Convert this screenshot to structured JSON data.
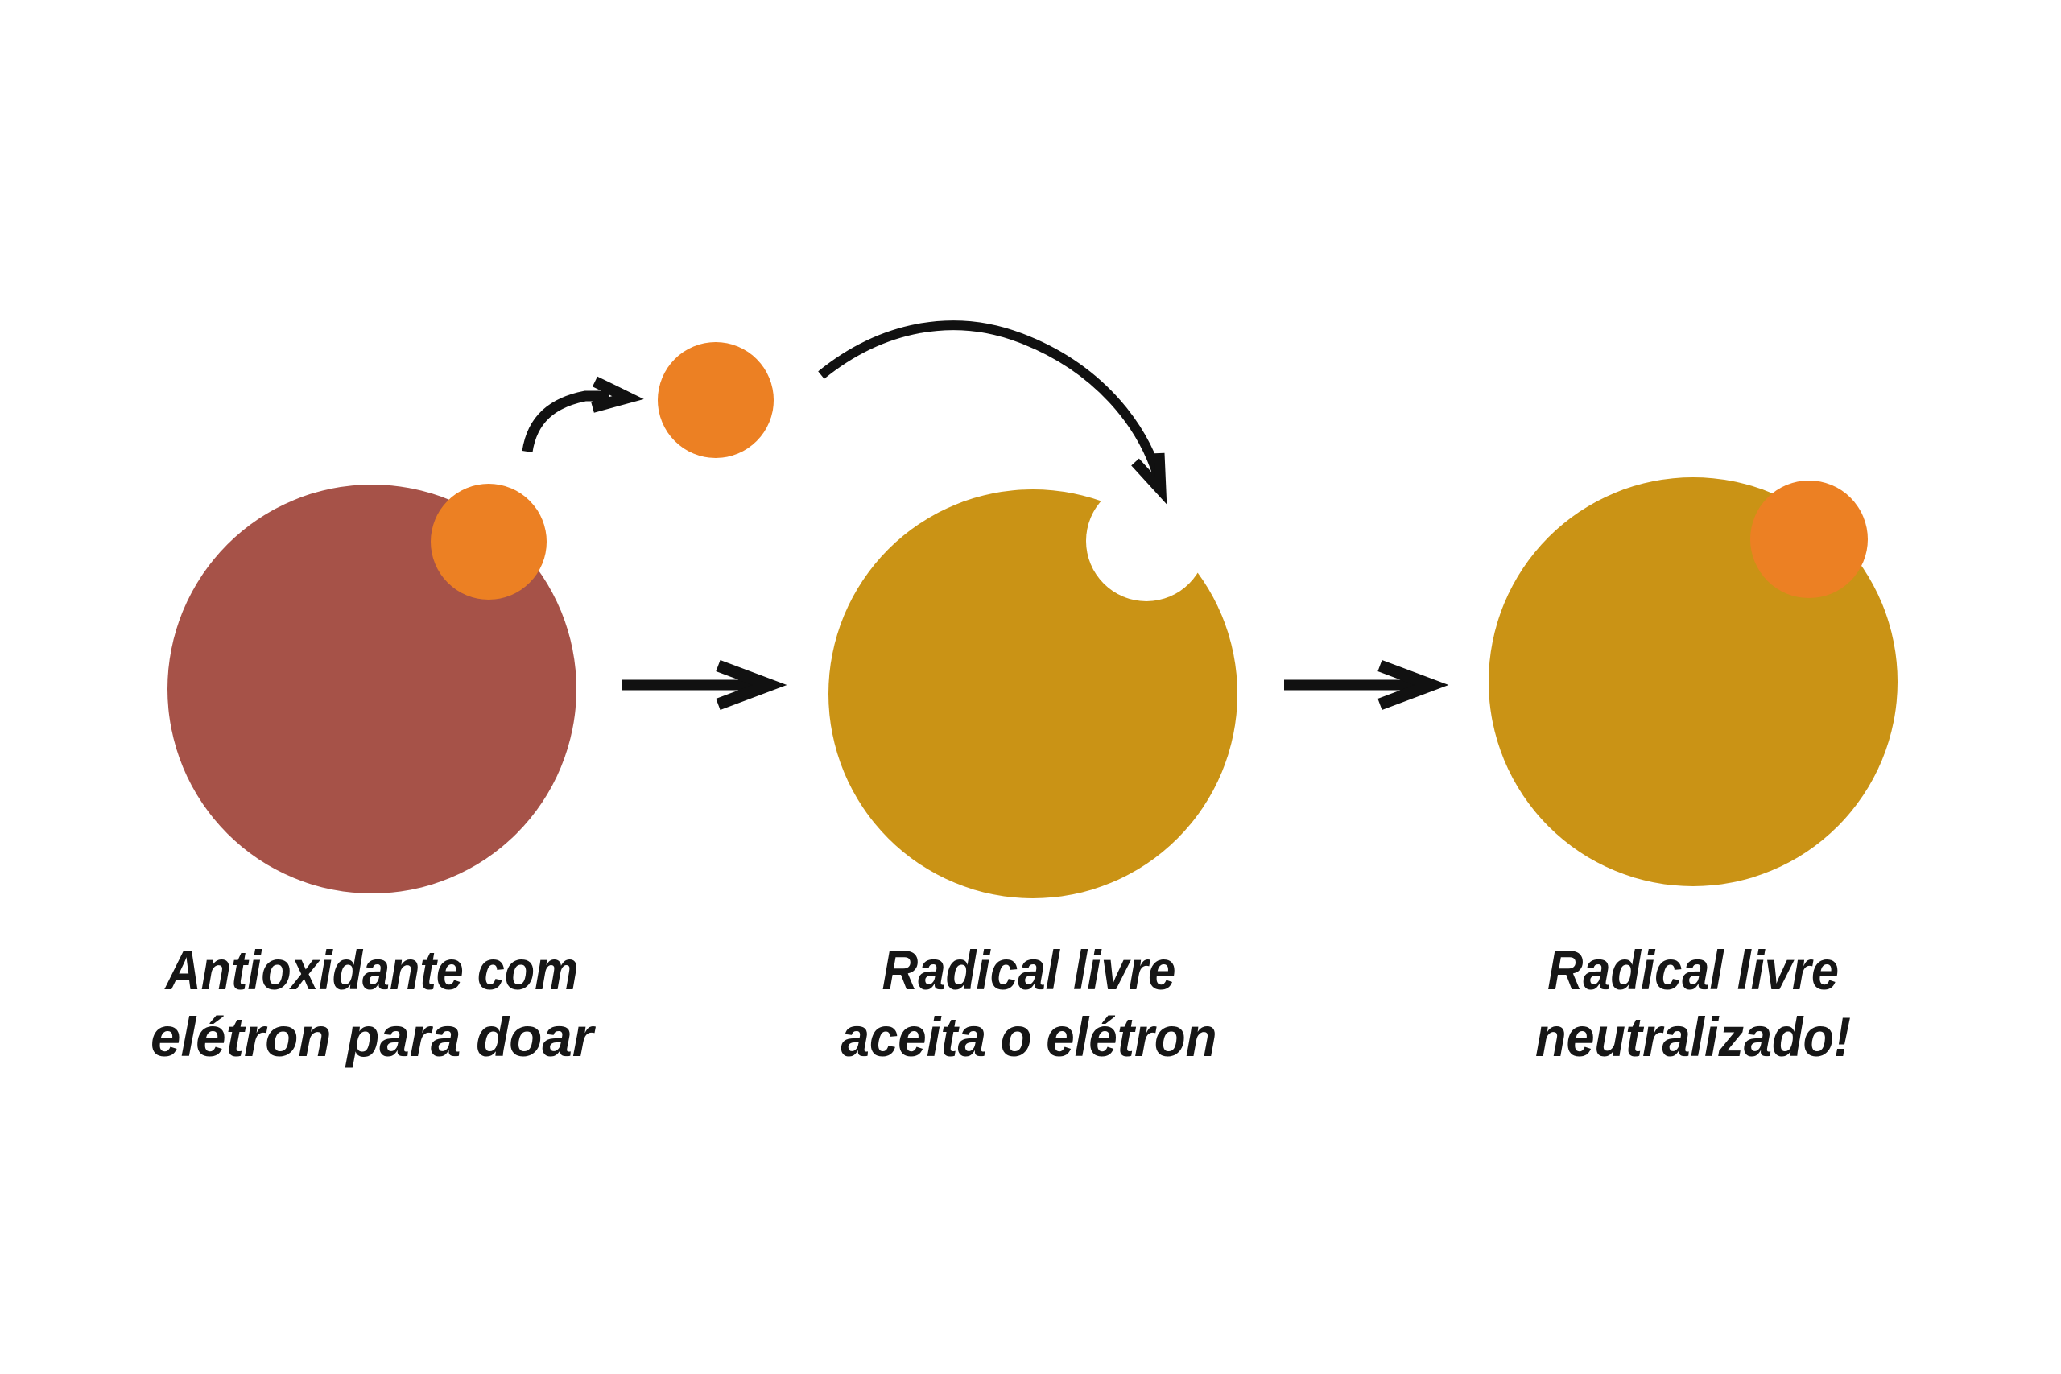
{
  "diagram": {
    "title_none": "",
    "colors": {
      "background": "#ffffff",
      "antioxidant": "#A65248",
      "free_radical": "#CA9315",
      "electron": "#EC8023",
      "arrow": "#111111",
      "text": "#161616"
    },
    "stages": [
      {
        "name": "antioxidant-with-electron",
        "caption": [
          "Antioxidante com",
          "elétron para doar"
        ]
      },
      {
        "name": "free-radical-accepting",
        "caption": [
          "Radical livre",
          "aceita o elétron"
        ]
      },
      {
        "name": "free-radical-neutralized",
        "caption": [
          "Radical livre",
          "neutralizado!"
        ]
      }
    ]
  }
}
